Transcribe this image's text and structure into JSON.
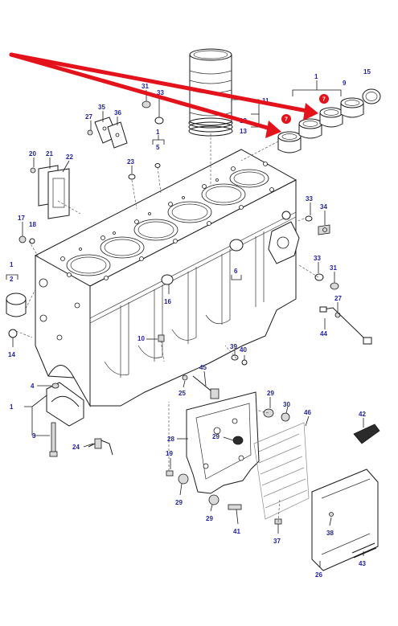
{
  "badges": [
    {
      "id": "badge-left",
      "text": "7"
    },
    {
      "id": "badge-right",
      "text": "7"
    }
  ],
  "callouts": {
    "c1_top": "1",
    "c9": "9",
    "c15": "15",
    "c11": "11",
    "c12": "12",
    "c13": "13",
    "c31_top": "31",
    "c33_top": "33",
    "c35": "35",
    "c36": "36",
    "c27_top": "27",
    "c1_mid": "1",
    "c5": "5",
    "c20": "20",
    "c21": "21",
    "c22": "22",
    "c23": "23",
    "c33_right": "33",
    "c34": "34",
    "c17": "17",
    "c18": "18",
    "c1_left": "1",
    "c2": "2",
    "c6": "6",
    "c33_r2": "33",
    "c31_r2": "31",
    "c16": "16",
    "c27_r2": "27",
    "c14": "14",
    "c44": "44",
    "c10": "10",
    "c39": "39",
    "c40": "40",
    "c45": "45",
    "c4": "4",
    "c25": "25",
    "c1_bottom": "1",
    "c29_a": "29",
    "c30": "30",
    "c46": "46",
    "c42": "42",
    "c3": "3",
    "c24": "24",
    "c28": "28",
    "c29_b": "29",
    "c19": "19",
    "c29_c": "29",
    "c29_d": "29",
    "c41": "41",
    "c37": "37",
    "c38": "38",
    "c26": "26",
    "c43": "43"
  }
}
